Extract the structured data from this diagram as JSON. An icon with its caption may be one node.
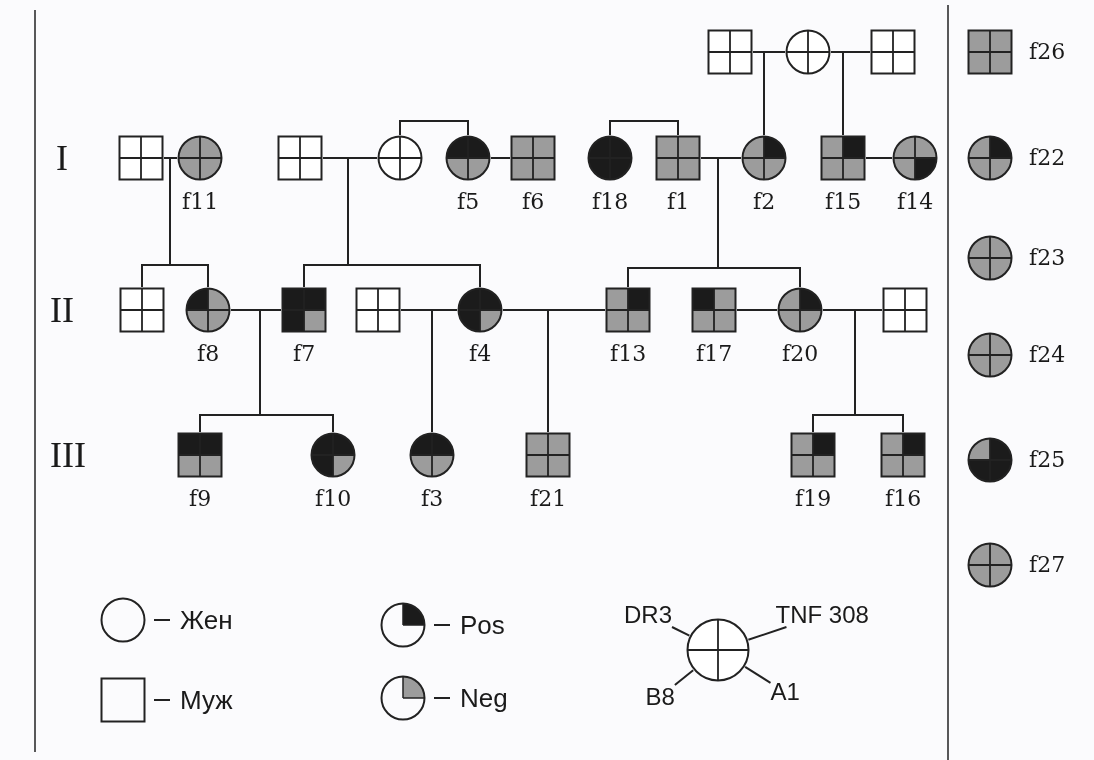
{
  "diagram": {
    "nodes": [
      {
        "text": [],
        "shape": "box"
      },
      {
        "text": [],
        "shape": "circle",
        "beside": [
          "f11"
        ]
      },
      {
        "text": [],
        "shape": "box"
      },
      {
        "text": [],
        "shape": "circle"
      },
      {
        "text": [],
        "shape": "circle",
        "beside": [
          "f5"
        ]
      },
      {
        "text": [],
        "shape": "box",
        "beside": [
          "f6"
        ]
      },
      {
        "text": [],
        "shape": "circle",
        "beside": [
          "f18"
        ]
      },
      {
        "text": [],
        "shape": "box",
        "beside": [
          "f1"
        ]
      },
      {
        "text": [],
        "shape": "circle",
        "beside": [
          "f2"
        ]
      },
      {
        "text": [],
        "shape": "box",
        "beside": [
          "f15"
        ]
      },
      {
        "text": [],
        "shape": "circle",
        "beside": [
          "f14"
        ]
      },
      {
        "text": [],
        "shape": "box"
      },
      {
        "text": [],
        "shape": "circle"
      },
      {
        "text": [],
        "shape": "box"
      },
      {
        "text": [],
        "shape": "box"
      },
      {
        "text": [],
        "shape": "circle",
        "beside": [
          "f8"
        ]
      },
      {
        "text": [],
        "shape": "box",
        "beside": [
          "f7"
        ]
      },
      {
        "text": [],
        "shape": "box"
      },
      {
        "text": [],
        "shape": "circle",
        "beside": [
          "f4"
        ]
      },
      {
        "text": [],
        "shape": "box",
        "beside": [
          "f13"
        ]
      },
      {
        "text": [],
        "shape": "box",
        "beside": [
          "f17"
        ]
      },
      {
        "text": [],
        "shape": "circle",
        "beside": [
          "f20"
        ]
      },
      {
        "text": [],
        "shape": "box"
      },
      {
        "text": [],
        "shape": "box",
        "beside": [
          "f9"
        ]
      },
      {
        "text": [],
        "shape": "circle",
        "beside": [
          "f10"
        ]
      },
      {
        "text": [],
        "shape": "circle",
        "beside": [
          "f3"
        ]
      },
      {
        "text": [],
        "shape": "box",
        "beside": [
          "f21"
        ]
      },
      {
        "text": [],
        "shape": "box",
        "beside": [
          "f19"
        ]
      },
      {
        "text": [],
        "shape": "box",
        "beside": [
          "f16"
        ]
      },
      {
        "text": [],
        "shape": "box",
        "beside": [
          "f26"
        ]
      },
      {
        "text": [],
        "shape": "circle",
        "beside": [
          "f22"
        ]
      },
      {
        "text": [],
        "shape": "circle",
        "beside": [
          "f23"
        ]
      },
      {
        "text": [],
        "shape": "circle",
        "beside": [
          "f24"
        ]
      },
      {
        "text": [],
        "shape": "circle",
        "beside": [
          "f25"
        ]
      },
      {
        "text": [],
        "shape": "circle",
        "beside": [
          "f27"
        ]
      },
      {
        "text": [
          "DR3"
        ]
      },
      {
        "text": [
          "TNF 308"
        ]
      },
      {
        "text": [],
        "shape": "circle"
      },
      {
        "text": [
          "B8"
        ]
      },
      {
        "text": [
          "A1"
        ]
      }
    ],
    "edges": [
      {
        "from": 0,
        "to": 1,
        "arrow": "none"
      },
      {
        "from": 2,
        "to": 3,
        "arrow": "none"
      },
      {
        "from": 3,
        "to": 4,
        "arrow": "none"
      },
      {
        "from": 4,
        "to": 5,
        "arrow": "none"
      },
      {
        "from": 6,
        "to": 7,
        "arrow": "none"
      },
      {
        "from": 7,
        "to": 8,
        "arrow": "none"
      },
      {
        "from": 9,
        "to": 10,
        "arrow": "none"
      },
      {
        "from": 11,
        "to": 12,
        "arrow": "none"
      },
      {
        "from": 12,
        "to": 13,
        "arrow": "none"
      },
      {
        "from": 11,
        "to": 8,
        "arrow": "none"
      },
      {
        "from": 12,
        "to": 8,
        "arrow": "none"
      },
      {
        "from": 12,
        "to": 9,
        "arrow": "none"
      },
      {
        "from": 13,
        "to": 9,
        "arrow": "none"
      },
      {
        "from": 0,
        "to": 14,
        "arrow": "none"
      },
      {
        "from": 1,
        "to": 14,
        "arrow": "none"
      },
      {
        "from": 0,
        "to": 15,
        "arrow": "none"
      },
      {
        "from": 1,
        "to": 15,
        "arrow": "none"
      },
      {
        "from": 2,
        "to": 16,
        "arrow": "none"
      },
      {
        "from": 3,
        "to": 16,
        "arrow": "none"
      },
      {
        "from": 2,
        "to": 18,
        "arrow": "none"
      },
      {
        "from": 3,
        "to": 18,
        "arrow": "none"
      },
      {
        "from": 7,
        "to": 19,
        "arrow": "none"
      },
      {
        "from": 8,
        "to": 19,
        "arrow": "none"
      },
      {
        "from": 7,
        "to": 21,
        "arrow": "none"
      },
      {
        "from": 8,
        "to": 21,
        "arrow": "none"
      },
      {
        "from": 15,
        "to": 16,
        "arrow": "none"
      },
      {
        "from": 17,
        "to": 18,
        "arrow": "none"
      },
      {
        "from": 18,
        "to": 19,
        "arrow": "none"
      },
      {
        "from": 20,
        "to": 21,
        "arrow": "none"
      },
      {
        "from": 21,
        "to": 22,
        "arrow": "none"
      },
      {
        "from": 15,
        "to": 23,
        "arrow": "none"
      },
      {
        "from": 16,
        "to": 23,
        "arrow": "none"
      },
      {
        "from": 15,
        "to": 24,
        "arrow": "none"
      },
      {
        "from": 16,
        "to": 24,
        "arrow": "none"
      },
      {
        "from": 17,
        "to": 25,
        "arrow": "none"
      },
      {
        "from": 18,
        "to": 25,
        "arrow": "none"
      },
      {
        "from": 18,
        "to": 26,
        "arrow": "none"
      },
      {
        "from": 19,
        "to": 26,
        "arrow": "none"
      },
      {
        "from": 21,
        "to": 27,
        "arrow": "none"
      },
      {
        "from": 22,
        "to": 27,
        "arrow": "none"
      },
      {
        "from": 21,
        "to": 28,
        "arrow": "none"
      },
      {
        "from": 22,
        "to": 28,
        "arrow": "none"
      },
      {
        "from": 35,
        "to": 37,
        "arrow": "none"
      },
      {
        "from": 36,
        "to": 37,
        "arrow": "none"
      },
      {
        "from": 38,
        "to": 37,
        "arrow": "none"
      },
      {
        "from": 39,
        "to": 37,
        "arrow": "none"
      }
    ],
    "labels": [
      "I",
      "II",
      "III"
    ],
    "legend": [
      {
        "text": "Жен"
      },
      {
        "text": "Pos",
        "color": "#1b1b1b"
      },
      {
        "text": "Муж"
      },
      {
        "text": "Neg",
        "color": "#9c9c9c"
      }
    ]
  }
}
